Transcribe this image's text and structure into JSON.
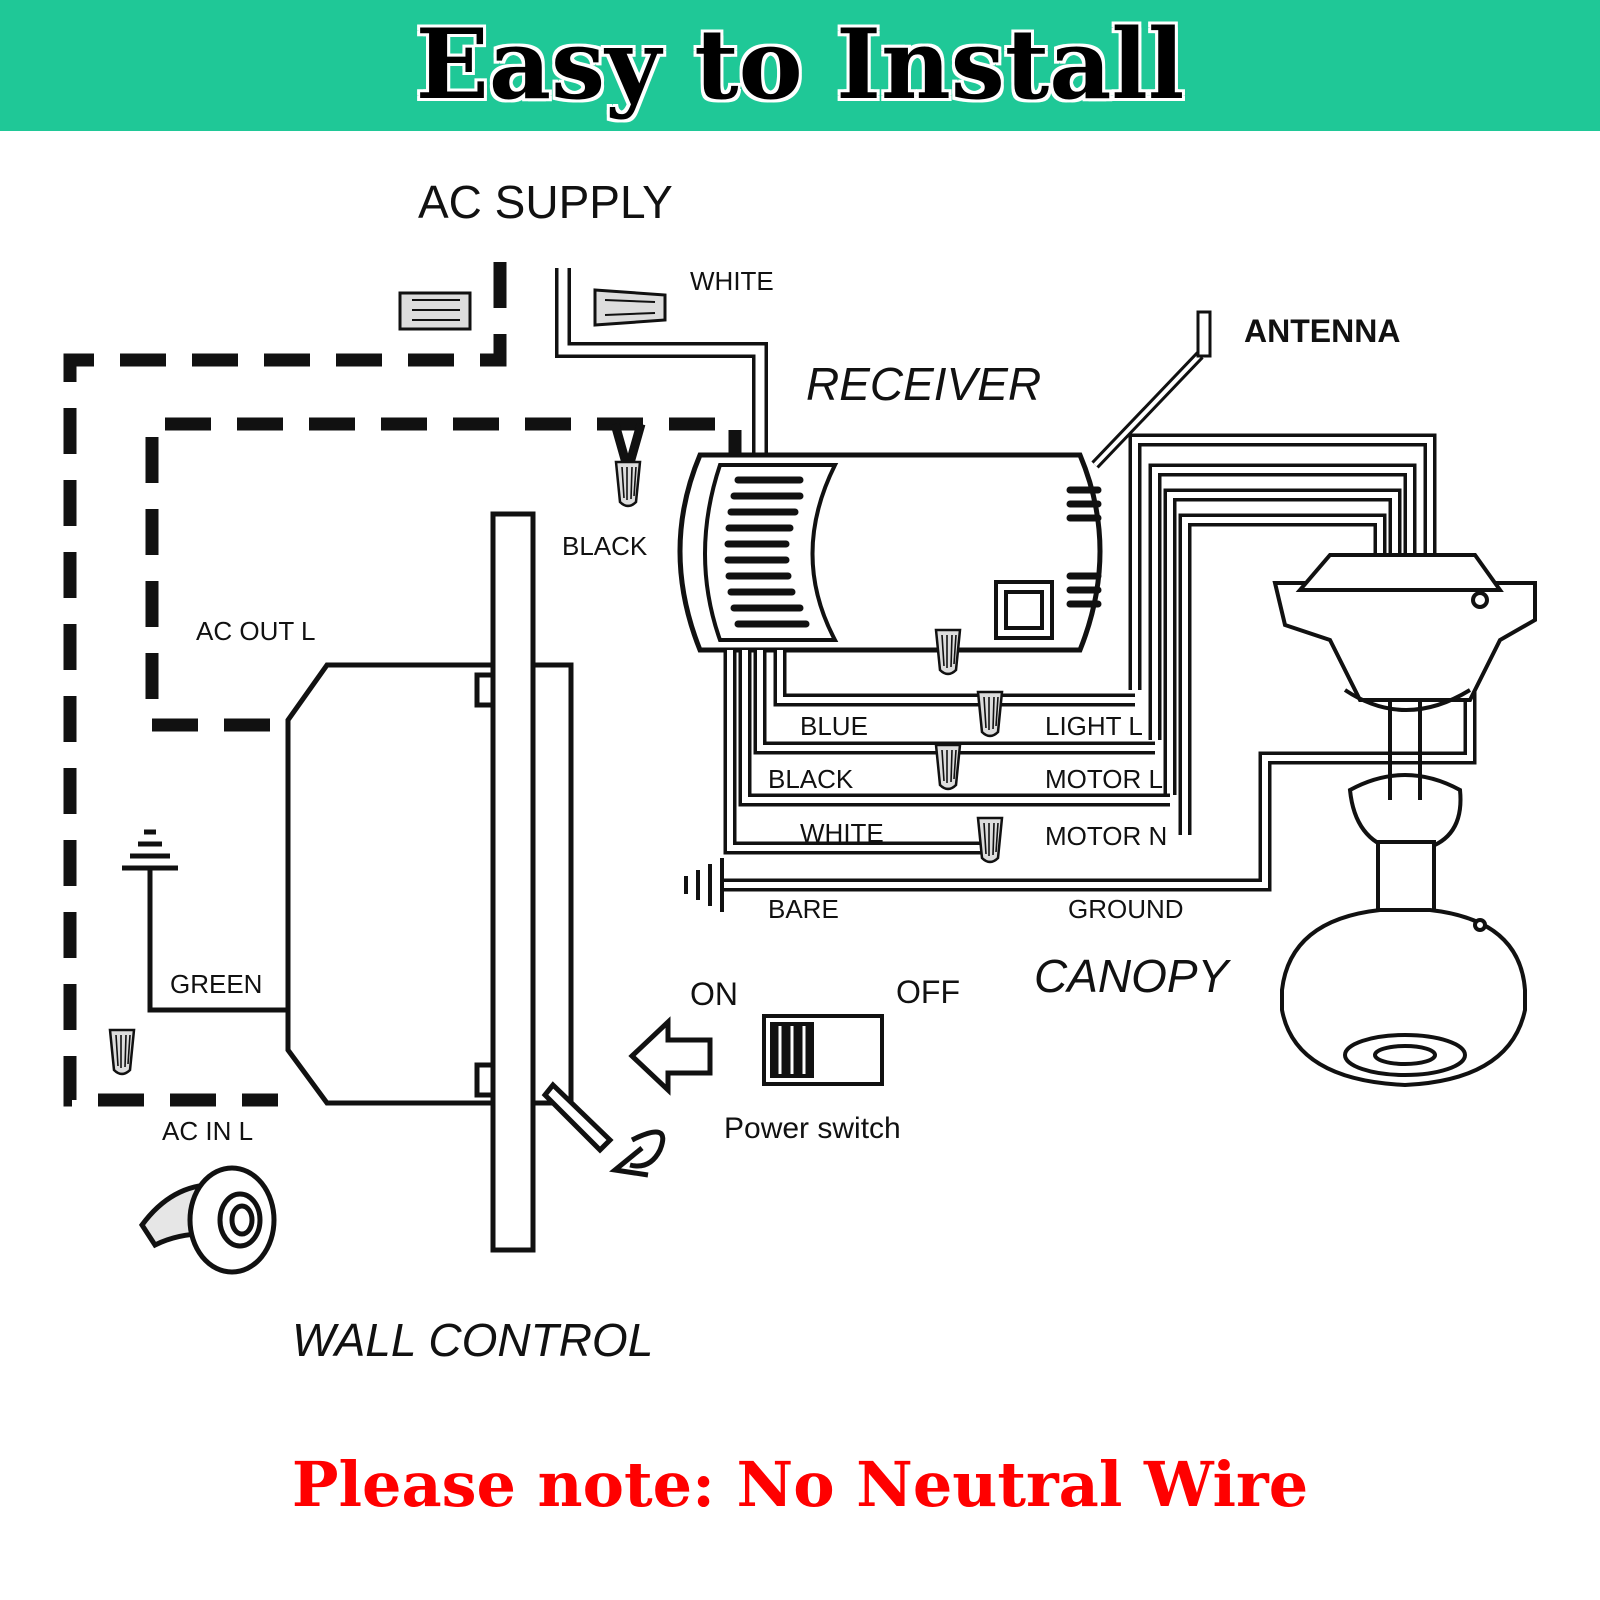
{
  "header": {
    "title": "Easy to Install",
    "background_color": "#1fc897"
  },
  "labels": {
    "ac_supply": "AC SUPPLY",
    "white_supply": "WHITE",
    "antenna": "ANTENNA",
    "receiver": "RECEIVER",
    "black_receiver": "BLACK",
    "ac_out_l": "AC OUT L",
    "blue": "BLUE",
    "light_l": "LIGHT L",
    "black_motor": "BLACK",
    "motor_l": "MOTOR L",
    "white_motor": "WHITE",
    "motor_n": "MOTOR N",
    "bare": "BARE",
    "ground": "GROUND",
    "canopy": "CANOPY",
    "green": "GREEN",
    "on": "ON",
    "off": "OFF",
    "power_switch": "Power switch",
    "ac_in_l": "AC IN L",
    "wall_control": "WALL CONTROL"
  },
  "footer": {
    "note": "Please note: No Neutral Wire",
    "note_color": "#ff0000"
  },
  "icons": [
    "wire-nut-icon",
    "ground-symbol-icon",
    "electrical-tape-icon",
    "rotate-arrow-icon",
    "left-arrow-icon",
    "slide-switch-icon"
  ]
}
